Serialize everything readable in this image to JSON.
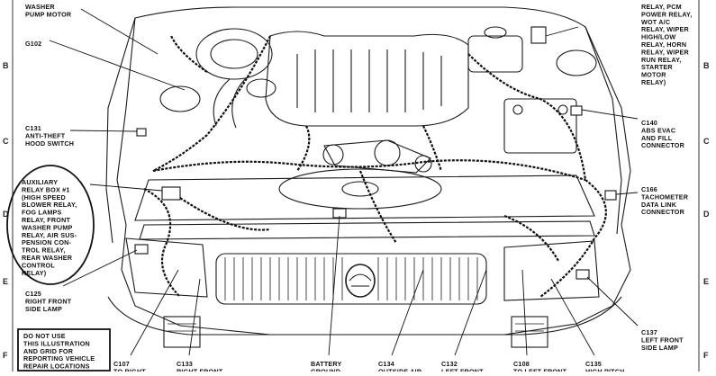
{
  "grid_rows": [
    "B",
    "C",
    "D",
    "E",
    "F"
  ],
  "callouts": [
    {
      "id": "washer-pump-motor",
      "lines": [
        "WASHER",
        "PUMP MOTOR"
      ]
    },
    {
      "id": "g102",
      "lines": [
        "G102"
      ]
    },
    {
      "id": "c131",
      "lines": [
        "C131",
        "ANTI-THEFT",
        "HOOD SWITCH"
      ]
    },
    {
      "id": "aux-relay-box",
      "lines": [
        "AUXILIARY",
        "RELAY BOX #1",
        "(HIGH SPEED",
        "BLOWER RELAY,",
        "FOG LAMPS",
        "RELAY, FRONT",
        "WASHER PUMP",
        "RELAY, AIR SUS-",
        "PENSION CON-",
        "TROL RELAY,",
        "REAR WASHER",
        "CONTROL",
        "RELAY)"
      ]
    },
    {
      "id": "c125",
      "lines": [
        "C125",
        "RIGHT FRONT",
        "SIDE LAMP"
      ]
    },
    {
      "id": "relay-list",
      "lines": [
        "RELAY, PCM",
        "POWER RELAY,",
        "WOT A/C",
        "RELAY, WIPER",
        "HIGH/LOW",
        "RELAY, HORN",
        "RELAY, WIPER",
        "RUN RELAY,",
        "STARTER",
        "MOTOR",
        "RELAY)"
      ]
    },
    {
      "id": "c140",
      "lines": [
        "C140",
        "ABS EVAC",
        "AND FILL",
        "CONNECTOR"
      ]
    },
    {
      "id": "c166",
      "lines": [
        "C166",
        "TACHOMETER",
        "DATA LINK",
        "CONNECTOR"
      ]
    },
    {
      "id": "c137",
      "lines": [
        "C137",
        "LEFT FRONT",
        "SIDE LAMP"
      ]
    },
    {
      "id": "c107",
      "lines": [
        "C107",
        "TO RIGHT"
      ]
    },
    {
      "id": "c133",
      "lines": [
        "C133",
        "RIGHT FRONT"
      ]
    },
    {
      "id": "battery-ground",
      "lines": [
        "BATTERY",
        "GROUND"
      ]
    },
    {
      "id": "c134",
      "lines": [
        "C134",
        "OUTSIDE AIR"
      ]
    },
    {
      "id": "c132",
      "lines": [
        "C132",
        "LEFT FRONT"
      ]
    },
    {
      "id": "c108",
      "lines": [
        "C108",
        "TO LEFT FRONT"
      ]
    },
    {
      "id": "c135",
      "lines": [
        "C135",
        "HIGH PITCH"
      ]
    }
  ],
  "warning_box": {
    "lines": [
      "DO NOT USE",
      "THIS ILLUSTRATION",
      "AND GRID FOR",
      "REPORTING VEHICLE",
      "REPAIR LOCATIONS"
    ]
  }
}
